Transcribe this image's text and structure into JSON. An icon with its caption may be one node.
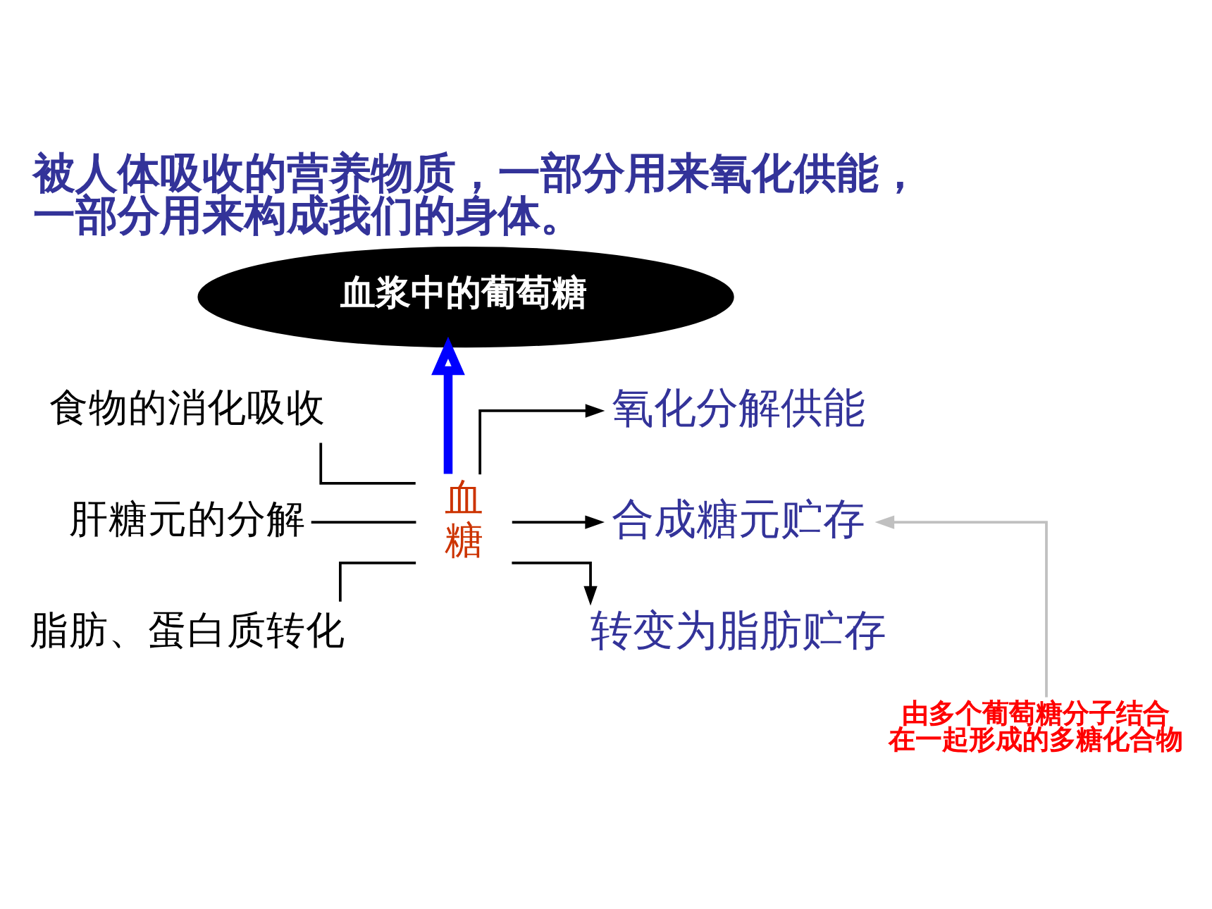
{
  "diagram": {
    "title": "被人体吸收的营养物质，一部分用来氧化供能，一部分用来构成我们的身体。",
    "nodes": [
      {
        "text": [
          "血浆中的葡萄糖"
        ]
      },
      {
        "text": [
          "食物的消化吸收"
        ]
      },
      {
        "text": [
          "肝糖元的分解"
        ]
      },
      {
        "text": [
          "脂肪、蛋白质转化"
        ]
      },
      {
        "text": [
          "血糖"
        ]
      },
      {
        "text": [
          "氧化分解供能"
        ]
      },
      {
        "text": [
          "合成糖元贮存"
        ]
      },
      {
        "text": [
          "转变为脂肪贮存"
        ]
      },
      {
        "text": [
          "由多个葡萄糖分子结合在一起形成的多糖化合物"
        ]
      }
    ],
    "edges": [
      {
        "from": 1,
        "to": 4,
        "arrow": "none"
      },
      {
        "from": 2,
        "to": 4,
        "arrow": "none"
      },
      {
        "from": 3,
        "to": 4,
        "arrow": "none"
      },
      {
        "from": 4,
        "to": 0,
        "arrow": "to",
        "style": "thick",
        "color": "#0000ff"
      },
      {
        "from": 4,
        "to": 5,
        "arrow": "to"
      },
      {
        "from": 4,
        "to": 6,
        "arrow": "to"
      },
      {
        "from": 4,
        "to": 7,
        "arrow": "to"
      },
      {
        "from": 8,
        "to": 6,
        "arrow": "to",
        "color": "#c0c0c0"
      }
    ]
  }
}
